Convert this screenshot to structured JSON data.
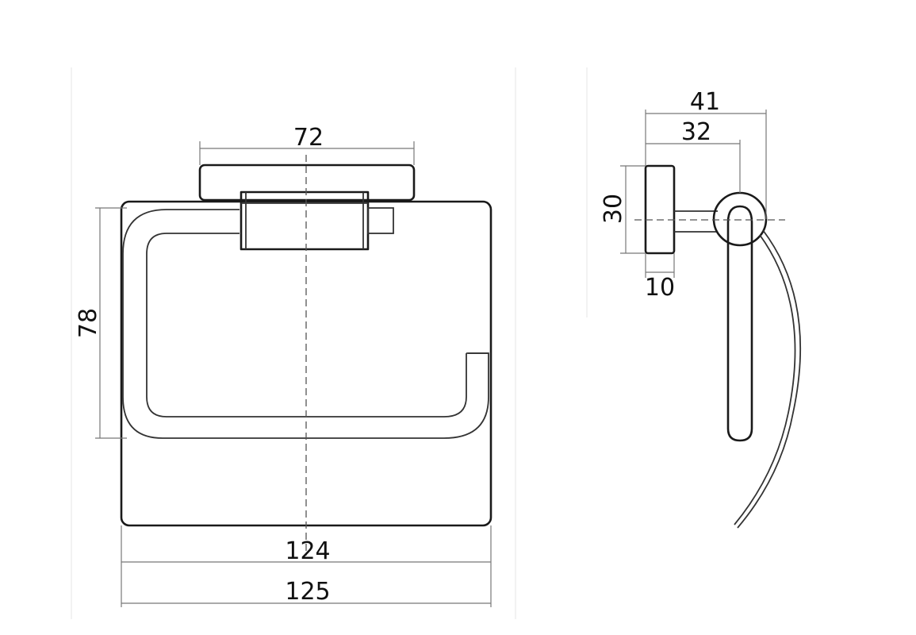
{
  "front_view": {
    "dim_top_width": "72",
    "dim_height": "78",
    "dim_bottom_inner": "124",
    "dim_bottom_outer": "125"
  },
  "side_view": {
    "dim_total_depth": "41",
    "dim_bar_depth": "32",
    "dim_base_height": "30",
    "dim_base_thickness": "10"
  },
  "colors": {
    "line": "#1a1a1a",
    "dimension": "#777777",
    "text": "#111111"
  }
}
